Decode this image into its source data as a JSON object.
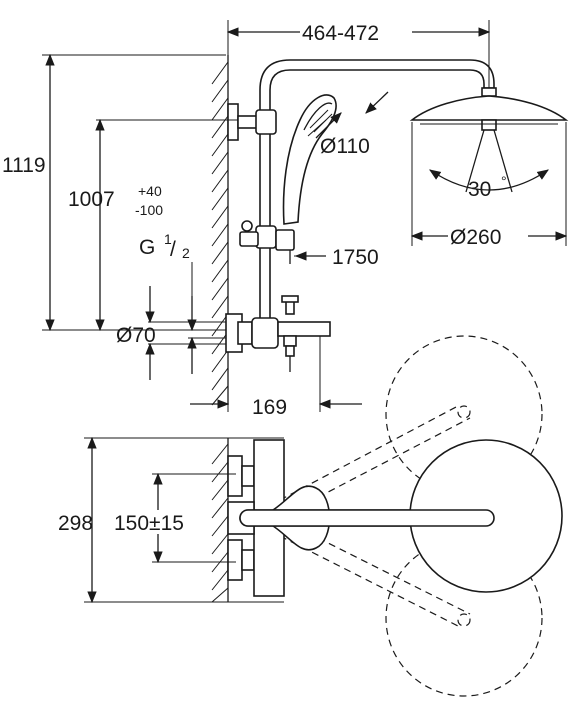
{
  "dimensions": {
    "width_range": "464-472",
    "handshower_diameter": "Ø110",
    "spray_angle_value": "30",
    "spray_angle_unit": "°",
    "head_diameter": "Ø260",
    "total_height": "1119",
    "outlet_height": "1007",
    "outlet_tol_plus": "+40",
    "outlet_tol_minus": "-100",
    "thread": "G",
    "thread_num": "1",
    "thread_den": "2",
    "rosette_diameter": "Ø70",
    "slider_height": "1750",
    "projection": "169",
    "mixer_depth": "298",
    "connection_spacing": "150±15"
  }
}
